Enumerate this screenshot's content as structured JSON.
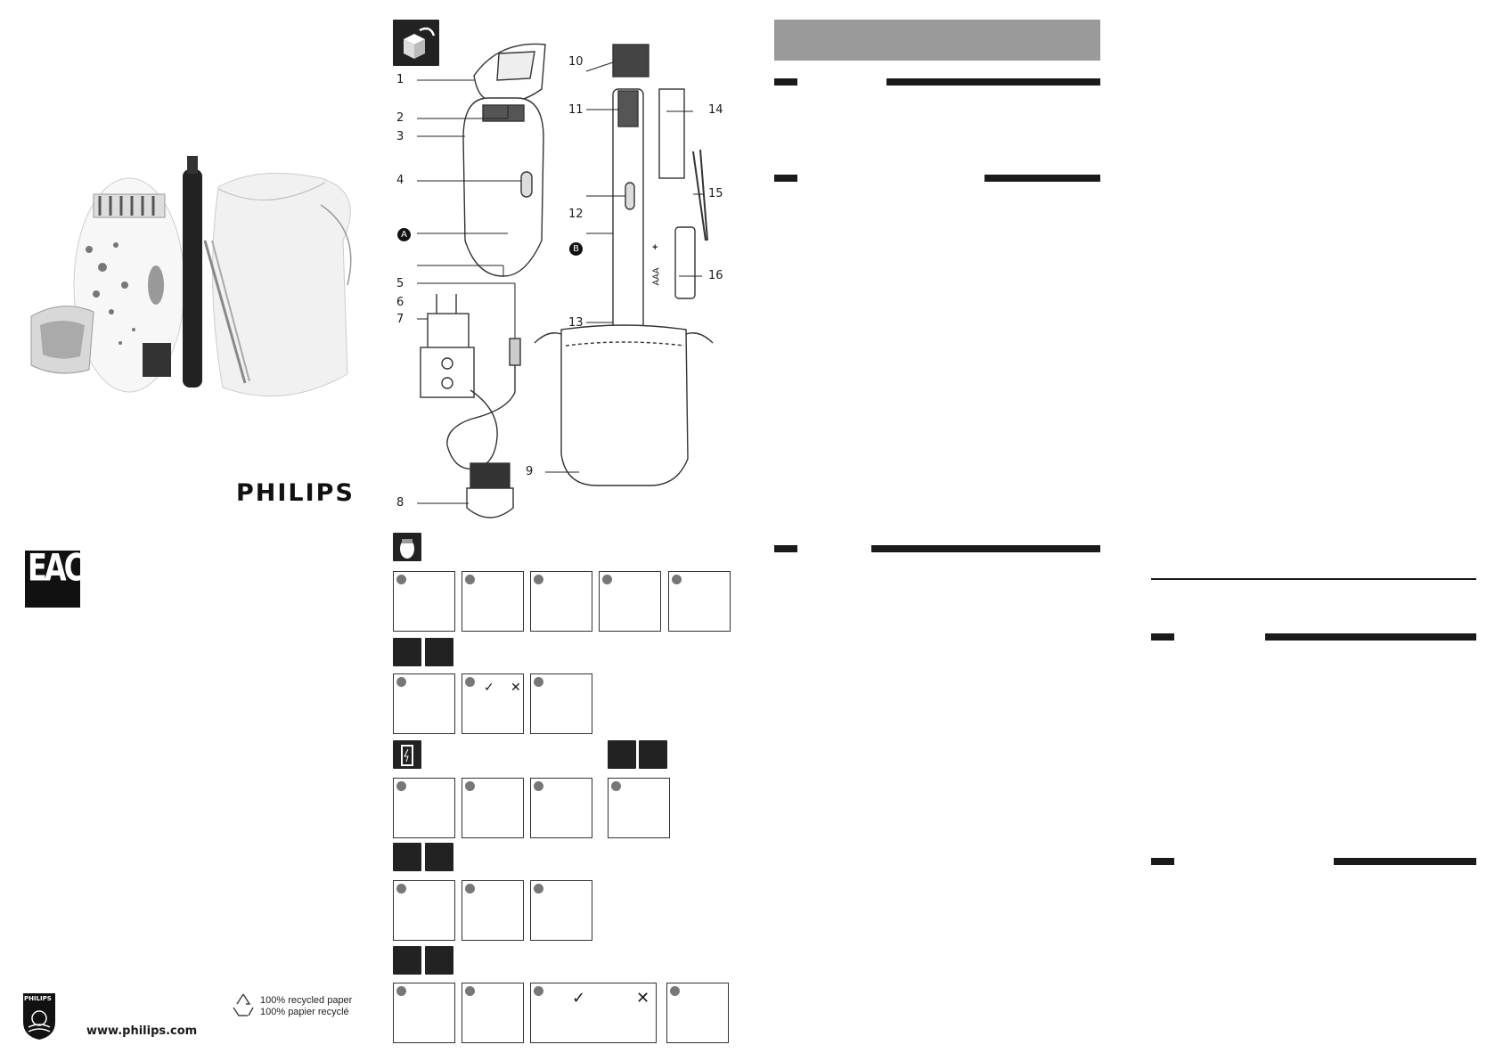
{
  "brand": {
    "name": "PHILIPS",
    "shield_text": "PHILIPS"
  },
  "certification": {
    "mark": "EAC"
  },
  "footer": {
    "website": "www.philips.com",
    "recycled_line1": "100% recycled paper",
    "recycled_line2": "100% papier recyclé"
  },
  "diagram": {
    "callouts": [
      "1",
      "2",
      "3",
      "4",
      "5",
      "6",
      "7",
      "8",
      "9",
      "10",
      "11",
      "12",
      "13",
      "14",
      "15",
      "16"
    ],
    "markers": [
      "A",
      "B"
    ],
    "battery_label": "AAA",
    "battery_plus": "+"
  },
  "icons": {
    "unpack": "box-unpack-icon",
    "epilator": "epilator-head-icon",
    "brush_tap": "brush-tap-icon",
    "battery": "battery-icon",
    "face": "face-icon",
    "eyebrow": "eyebrow-icon",
    "check": "check-icon",
    "cross": "cross-icon",
    "recycle": "recycle-icon"
  },
  "colors": {
    "header_band": "#9a9a9a",
    "ink": "#1a1a1a",
    "panel_border": "#333333"
  }
}
